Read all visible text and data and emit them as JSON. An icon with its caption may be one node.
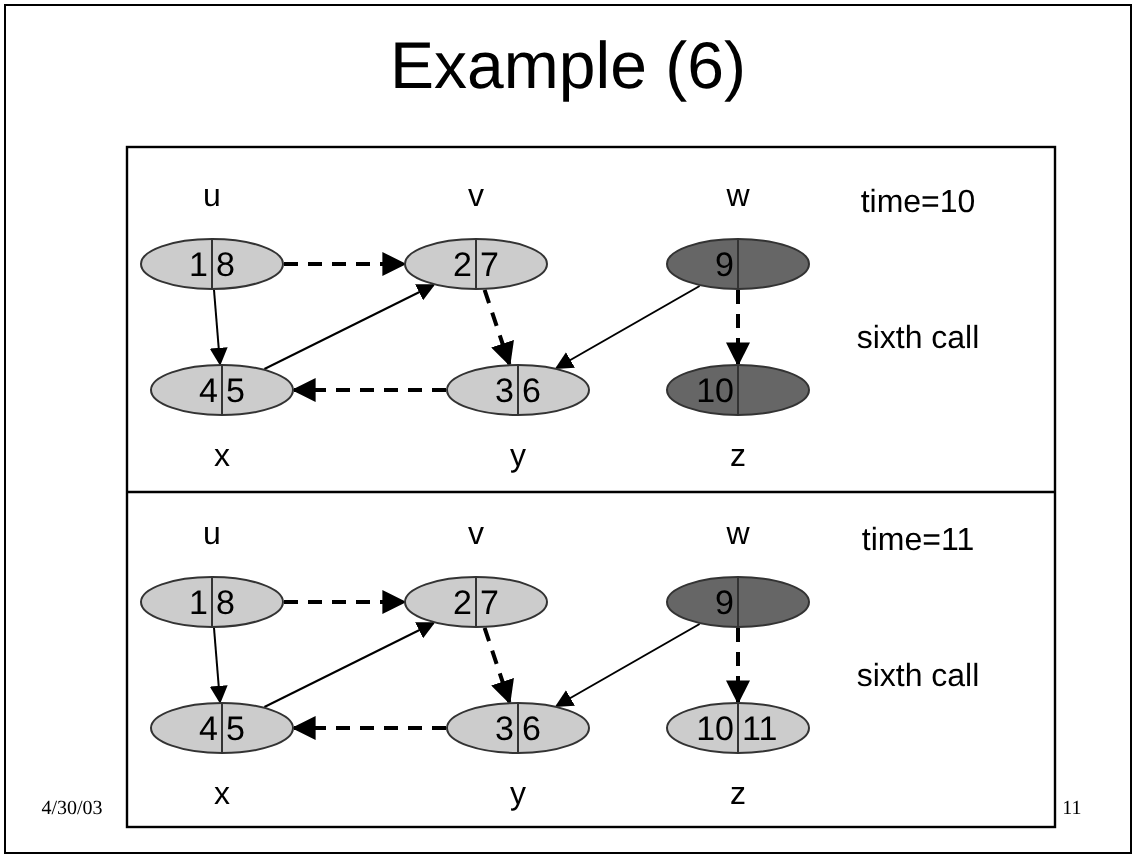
{
  "diagram": {
    "title": "Example (6)",
    "nodes": [
      {
        "text": [
          "1",
          "8"
        ],
        "beside": [
          "u"
        ]
      },
      {
        "text": [
          "2",
          "7"
        ],
        "beside": [
          "v"
        ]
      },
      {
        "text": [
          "9"
        ],
        "beside": [
          "w"
        ]
      },
      {
        "text": [
          "4",
          "5"
        ],
        "beside": [
          "x"
        ]
      },
      {
        "text": [
          "3",
          "6"
        ],
        "beside": [
          "y"
        ]
      },
      {
        "text": [
          "10"
        ],
        "beside": [
          "z"
        ]
      },
      {
        "text": [
          "1",
          "8"
        ],
        "beside": [
          "u"
        ]
      },
      {
        "text": [
          "2",
          "7"
        ],
        "beside": [
          "v"
        ]
      },
      {
        "text": [
          "9"
        ],
        "beside": [
          "w"
        ]
      },
      {
        "text": [
          "4",
          "5"
        ],
        "beside": [
          "x"
        ]
      },
      {
        "text": [
          "3",
          "6"
        ],
        "beside": [
          "y"
        ]
      },
      {
        "text": [
          "10",
          "11"
        ],
        "beside": [
          "z"
        ]
      }
    ],
    "edges": [
      {
        "from": 0,
        "to": 1,
        "arrow": "to",
        "style": "dashed"
      },
      {
        "from": 0,
        "to": 3,
        "arrow": "to"
      },
      {
        "from": 3,
        "to": 1,
        "arrow": "to"
      },
      {
        "from": 1,
        "to": 4,
        "arrow": "to",
        "style": "dashed"
      },
      {
        "from": 4,
        "to": 3,
        "arrow": "to",
        "style": "dashed"
      },
      {
        "from": 2,
        "to": 4,
        "arrow": "to"
      },
      {
        "from": 2,
        "to": 5,
        "arrow": "to",
        "style": "dashed"
      },
      {
        "from": 6,
        "to": 7,
        "arrow": "to",
        "style": "dashed"
      },
      {
        "from": 6,
        "to": 9,
        "arrow": "to"
      },
      {
        "from": 9,
        "to": 7,
        "arrow": "to"
      },
      {
        "from": 7,
        "to": 10,
        "arrow": "to",
        "style": "dashed"
      },
      {
        "from": 10,
        "to": 9,
        "arrow": "to",
        "style": "dashed"
      },
      {
        "from": 8,
        "to": 10,
        "arrow": "to"
      },
      {
        "from": 8,
        "to": 11,
        "arrow": "to",
        "style": "dashed"
      }
    ],
    "labels": [
      "time=10",
      "sixth call",
      "time=11",
      "sixth call",
      "4/30/03",
      "11"
    ]
  }
}
